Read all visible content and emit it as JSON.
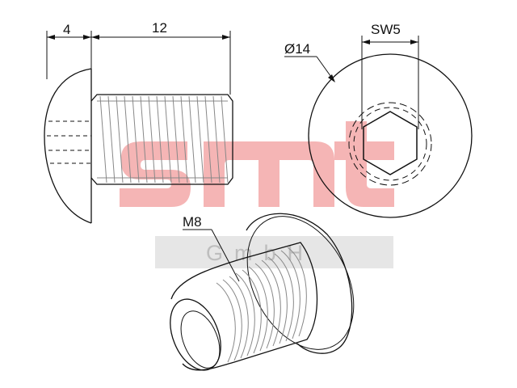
{
  "dimensions": {
    "head_height": "4",
    "thread_length": "12",
    "head_diameter": "Ø14",
    "socket_size": "SW5",
    "thread_size": "M8"
  },
  "watermark": {
    "logo_text": "smt",
    "sub_text": "GmbH",
    "logo_color": "#f5b5b5",
    "bar_color": "#e6e6e6"
  },
  "colors": {
    "line": "#111111",
    "thread_line": "#888888"
  }
}
